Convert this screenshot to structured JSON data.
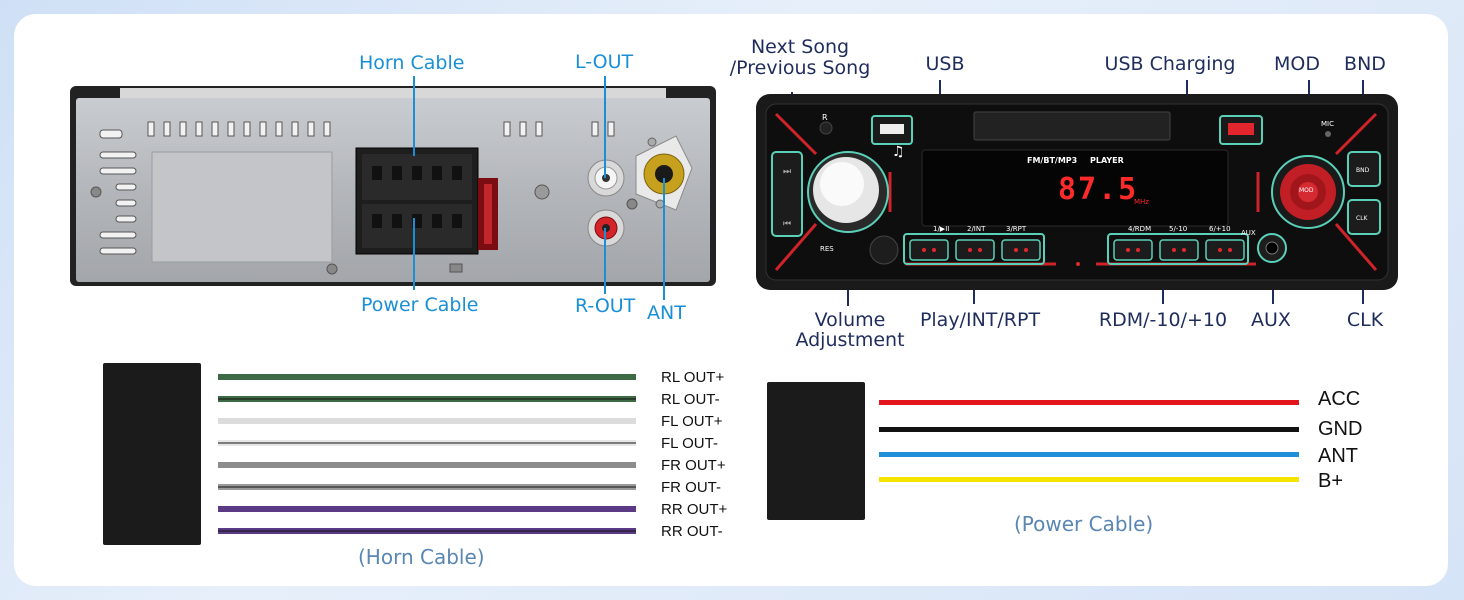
{
  "rear_panel": {
    "labels": {
      "horn_cable": "Horn Cable",
      "power_cable": "Power Cable",
      "l_out": "L-OUT",
      "r_out": "R-OUT",
      "ant": "ANT"
    }
  },
  "front_panel": {
    "callouts": {
      "next_song": "Next Song",
      "previous_song": "/Previous Song",
      "usb": "USB",
      "usb_charging": "USB Charging",
      "mod": "MOD",
      "bnd": "BND",
      "volume": "Volume",
      "adjustment": "Adjustment",
      "play_int_rpt": "Play/INT/RPT",
      "rdm": "RDM/-10/+10",
      "aux": "AUX",
      "clk": "CLK"
    },
    "display": {
      "mode_text": "FM/BT/MP3",
      "player_text": "PLAYER",
      "frequency": "87.5",
      "unit": "MHz"
    },
    "buttons": [
      "1/▶II",
      "2/INT",
      "3/RPT",
      "4/RDM",
      "5/-10",
      "6/+10"
    ],
    "small_labels": {
      "res": "RES",
      "mic": "MIC",
      "aux": "AUX",
      "bnd": "BND",
      "clk": "CLK",
      "mod": "MOD",
      "r": "R"
    }
  },
  "horn_cable": {
    "caption": "(Horn Cable)",
    "wires": [
      {
        "label": "RL OUT+",
        "color": "#3e6b45"
      },
      {
        "label": "RL OUT-",
        "color": "#3e6b45"
      },
      {
        "label": "FL OUT+",
        "color": "#dcdcdc"
      },
      {
        "label": "FL OUT-",
        "color": "#e6e6e6"
      },
      {
        "label": "FR OUT+",
        "color": "#8c8c8c"
      },
      {
        "label": "FR OUT-",
        "color": "#9a9a9a"
      },
      {
        "label": "RR OUT+",
        "color": "#5b3a86"
      },
      {
        "label": "RR OUT-",
        "color": "#5b3a86"
      }
    ]
  },
  "power_cable": {
    "caption": "(Power Cable)",
    "wires": [
      {
        "label": "ACC",
        "color": "#e3151d"
      },
      {
        "label": "GND",
        "color": "#111111"
      },
      {
        "label": "ANT",
        "color": "#1e8fd8"
      },
      {
        "label": "B+",
        "color": "#f5e400"
      }
    ]
  }
}
